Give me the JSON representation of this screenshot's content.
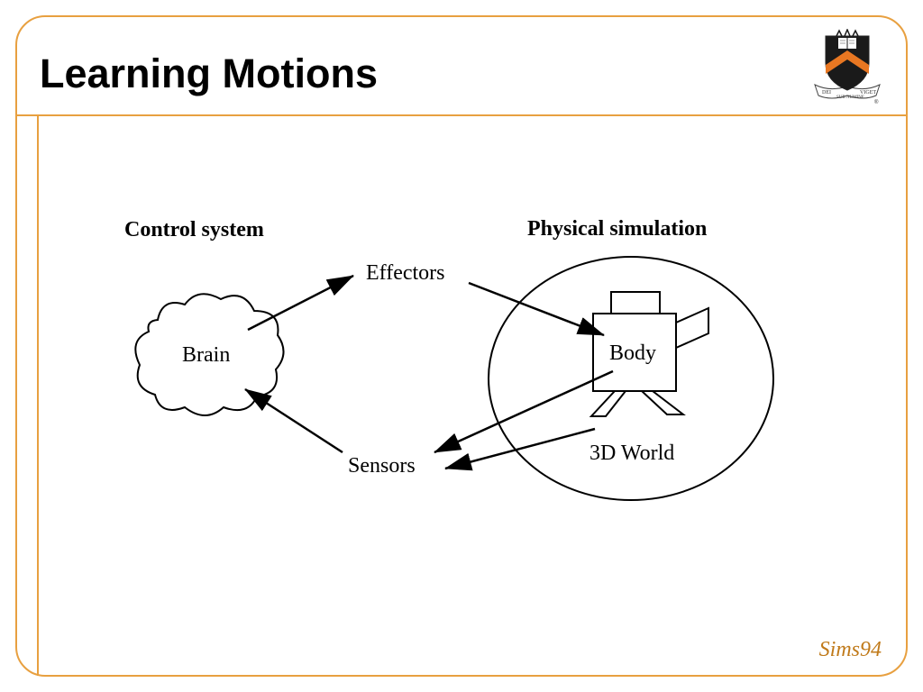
{
  "slide": {
    "title": "Learning Motions",
    "citation": "Sims94",
    "accent_color": "#e8a040"
  },
  "logo": {
    "icon": "princeton-shield-icon",
    "motto": [
      "DEI",
      "SUB NUMINE",
      "VIGET"
    ],
    "registered_mark": "®"
  },
  "diagram": {
    "headings": {
      "control": "Control system",
      "physical": "Physical simulation"
    },
    "nodes": {
      "brain": "Brain",
      "effectors": "Effectors",
      "sensors": "Sensors",
      "body": "Body",
      "world": "3D World"
    },
    "edges": [
      {
        "from": "Brain",
        "to": "Effectors"
      },
      {
        "from": "Effectors",
        "to": "Body"
      },
      {
        "from": "Body",
        "to": "Sensors"
      },
      {
        "from": "3D World",
        "to": "Sensors"
      },
      {
        "from": "Sensors",
        "to": "Brain"
      }
    ]
  }
}
